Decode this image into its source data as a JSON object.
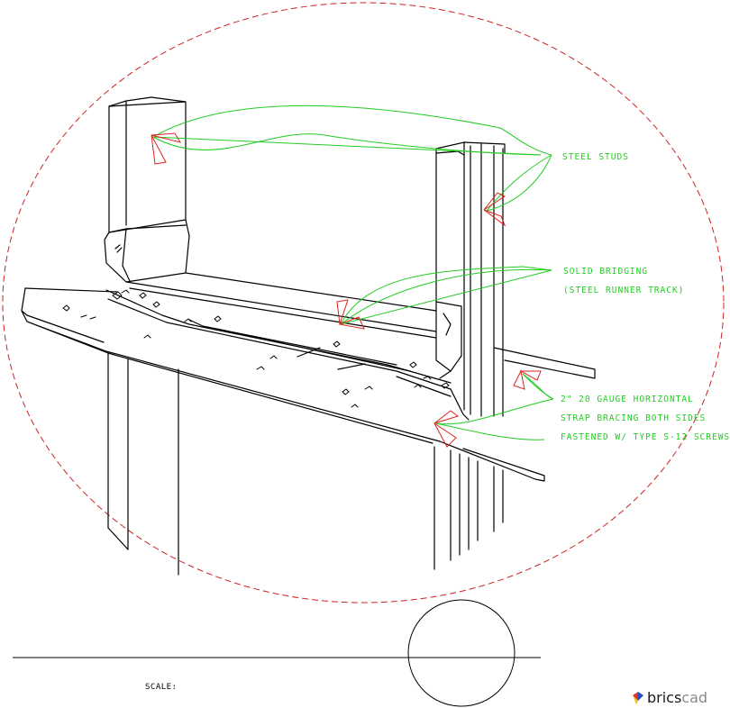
{
  "annotations": {
    "steel_studs": "STEEL STUDS",
    "solid_bridging": "SOLID BRIDGING",
    "steel_runner_track": "(STEEL RUNNER TRACK)",
    "strap_line1": "2\" 20 GAUGE HORIZONTAL",
    "strap_line2": "STRAP BRACING BOTH SIDES",
    "strap_line3": "FASTENED W/ TYPE S-12 SCREWS"
  },
  "scale_label": "SCALE:",
  "brand": {
    "part1": "brics",
    "part2": "cad"
  },
  "colors": {
    "linework": "#000000",
    "leader": "#22cc22",
    "arrowhead": "#dd2222",
    "detail_circle": "#cc2222",
    "brand_dark": "#1a1a1a",
    "brand_light": "#8a8a8a",
    "logo_red": "#e03030",
    "logo_blue": "#2050c0",
    "logo_yellow": "#f0c020"
  }
}
